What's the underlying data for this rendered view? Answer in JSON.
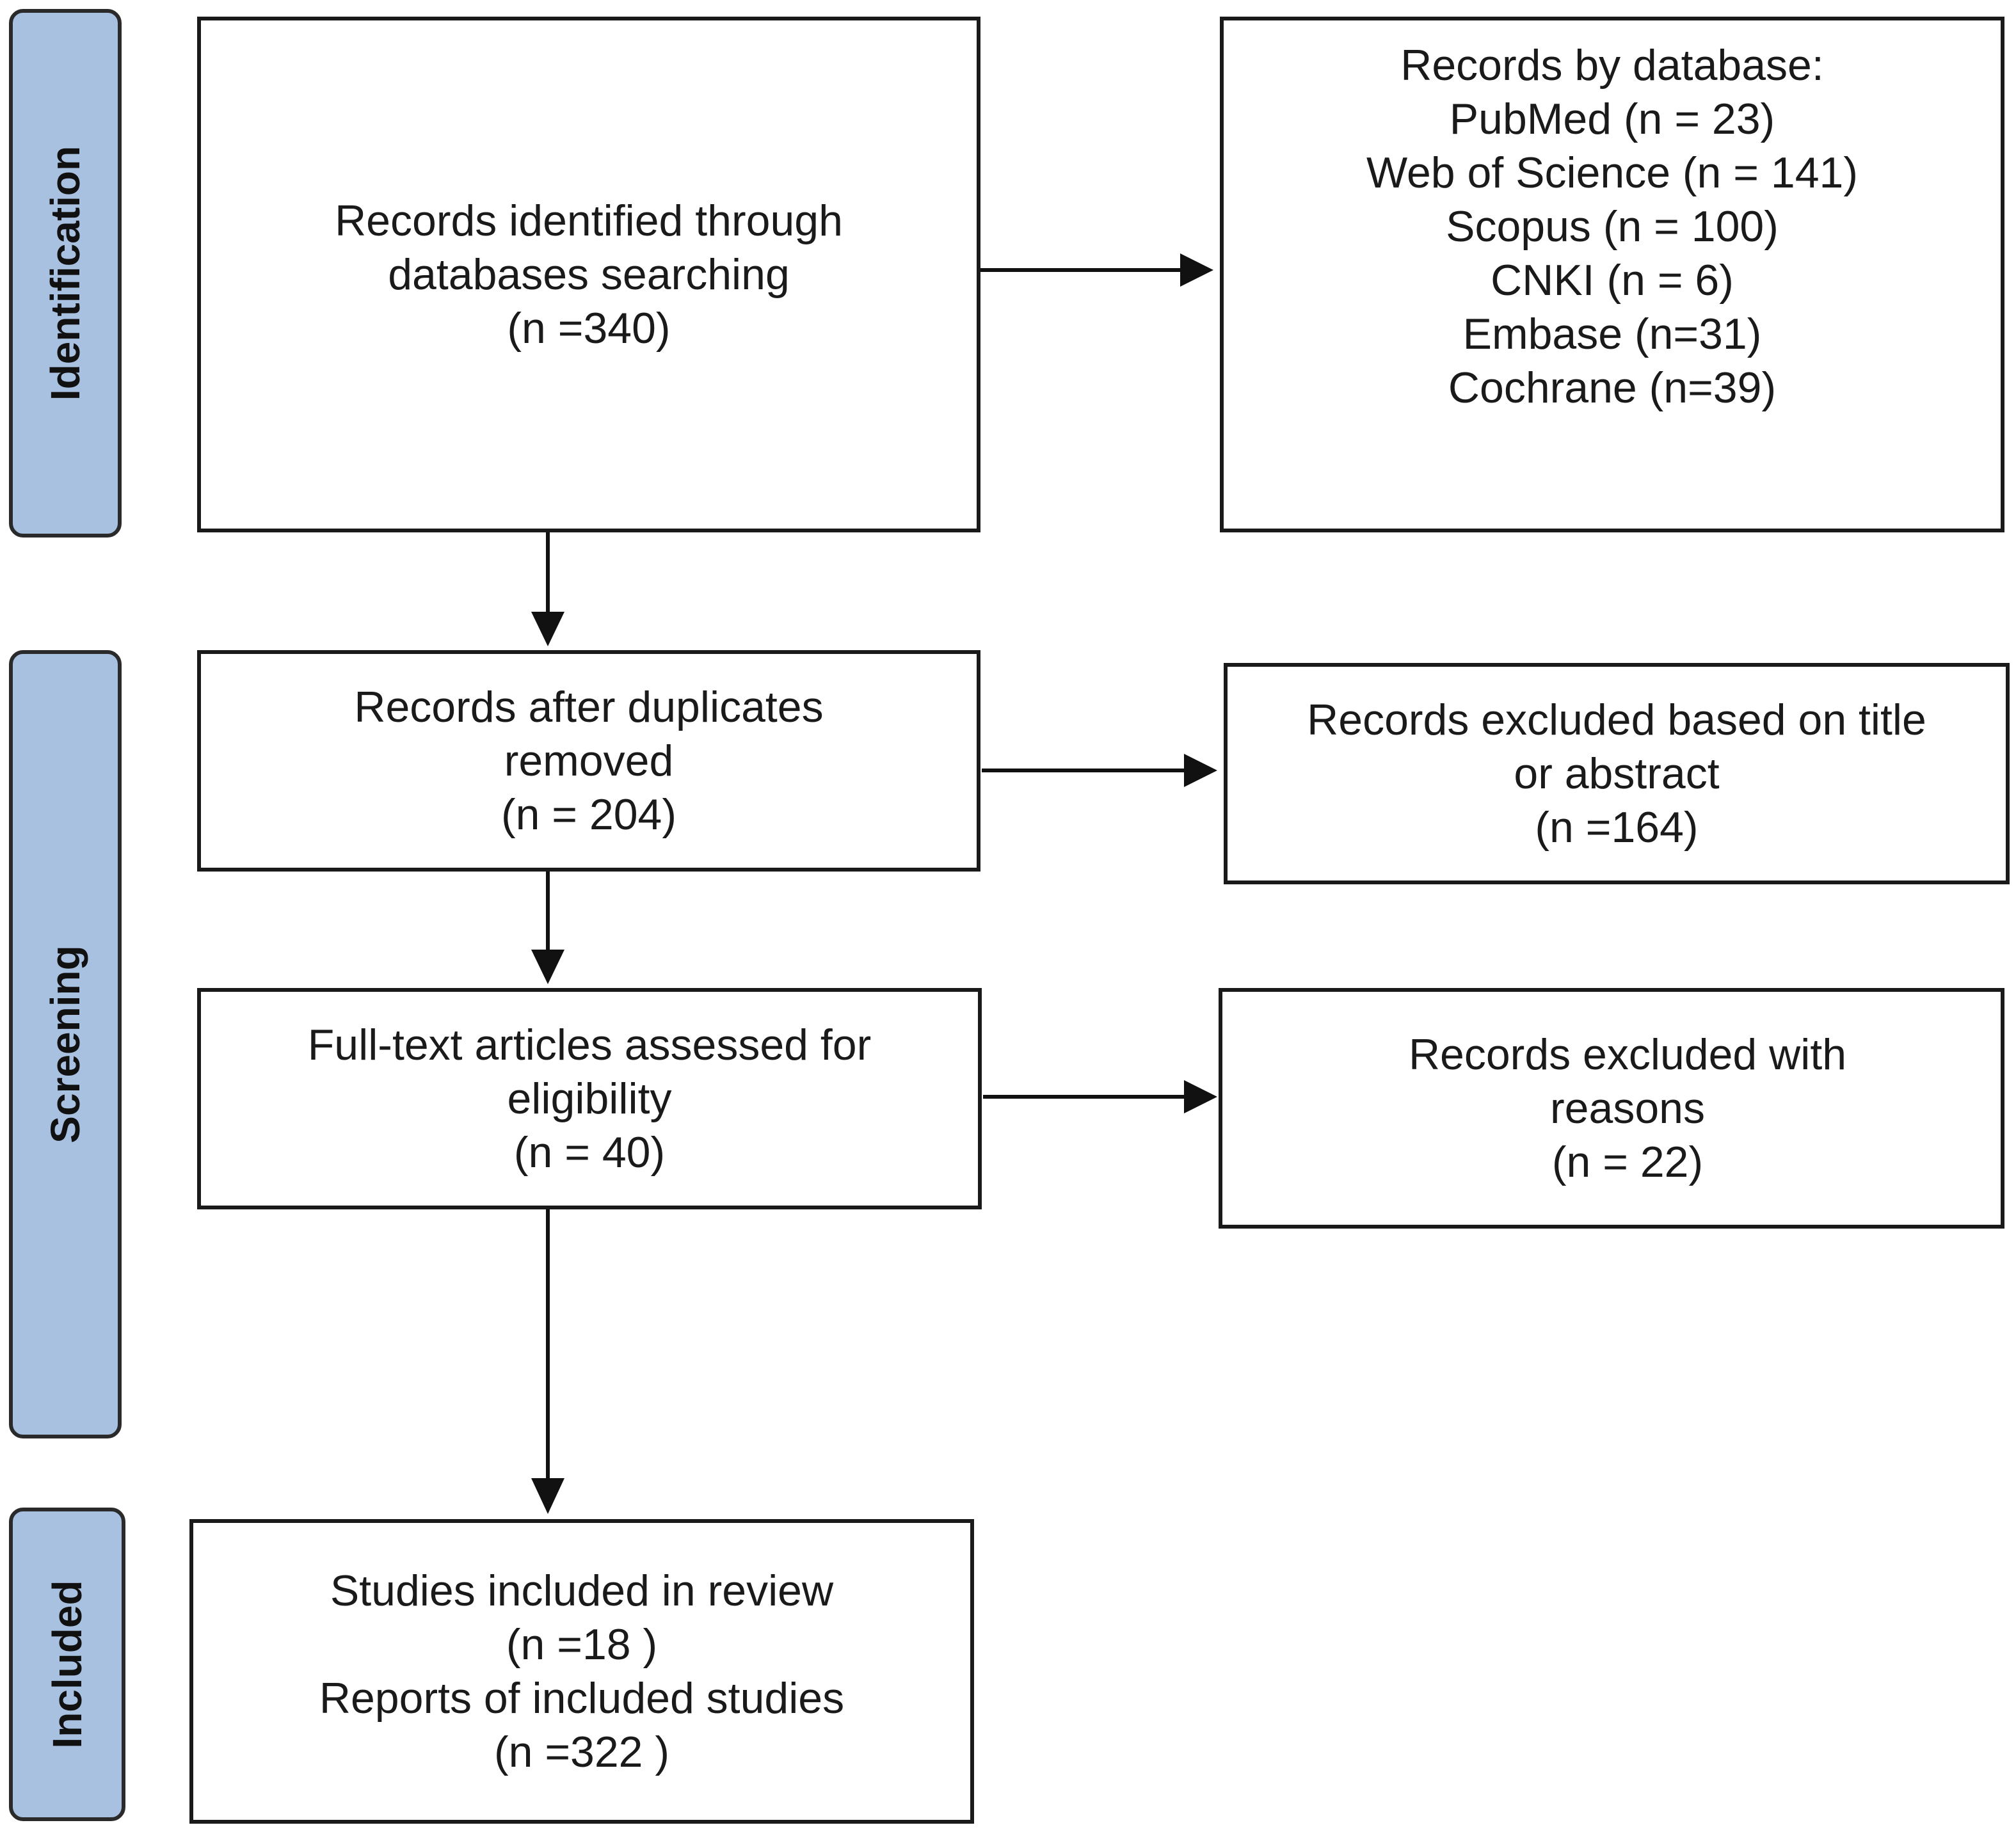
{
  "phases": {
    "identification": "Identification",
    "screening": "Screening",
    "included": "Included"
  },
  "boxes": {
    "identified": {
      "lines": [
        "Records identified through",
        "databases searching",
        "(n =340)"
      ]
    },
    "by_database": {
      "lines": [
        "Records by database:",
        "PubMed (n = 23)",
        "Web of Science (n = 141)",
        "Scopus (n = 100)",
        "CNKI (n = 6)",
        "Embase (n=31)",
        "Cochrane (n=39)"
      ]
    },
    "after_duplicates": {
      "lines": [
        "Records after duplicates",
        "removed",
        "(n = 204)"
      ]
    },
    "excluded_title": {
      "lines": [
        "Records excluded based on title",
        "or abstract",
        "(n =164)"
      ]
    },
    "full_text": {
      "lines": [
        "Full-text articles assessed for",
        "eligibility",
        "(n = 40)"
      ]
    },
    "excluded_reasons": {
      "lines": [
        "Records excluded with",
        "reasons",
        "(n = 22)"
      ]
    },
    "included": {
      "lines": [
        "Studies included in review",
        "(n =18 )",
        "Reports of included studies",
        "(n =322 )"
      ]
    }
  }
}
